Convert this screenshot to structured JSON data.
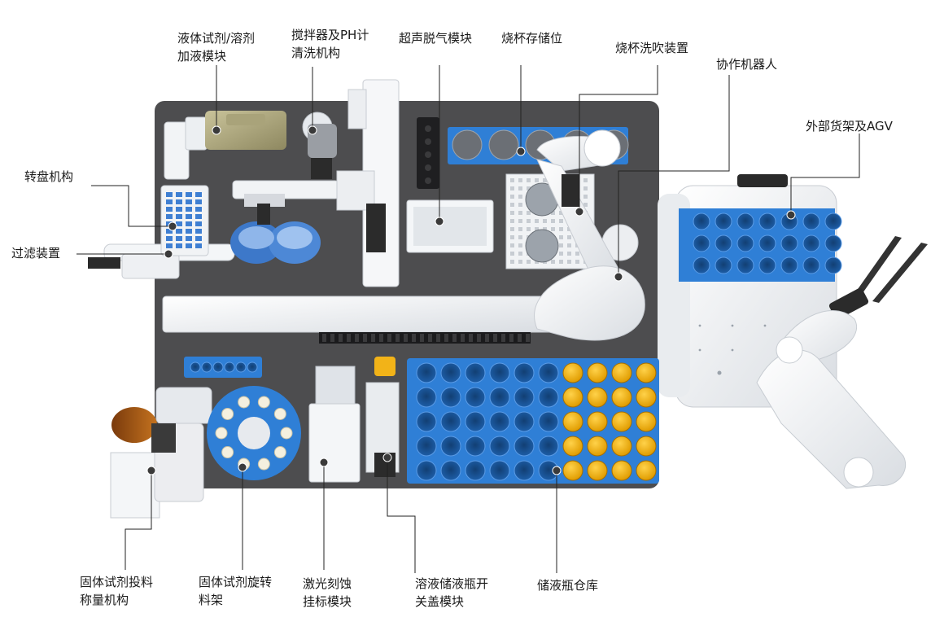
{
  "colors": {
    "platform": "#4d4d4f",
    "rack_blue": "#2f7fd6",
    "cap_yellow": "#f2b318",
    "machine_white": "#f2f4f6",
    "leader_line": "#222222",
    "dot": "#3a3a3a",
    "label_text": "#1a1a1a"
  },
  "labels": {
    "liquid_dosing": [
      "液体试剂/溶剂",
      "加液模块"
    ],
    "stirrer_ph": [
      "搅拌器及PH计",
      "清洗机构"
    ],
    "ultrasonic": [
      "超声脱气模块"
    ],
    "beaker_storage": [
      "烧杯存储位"
    ],
    "beaker_wash": [
      "烧杯洗吹装置"
    ],
    "cobot": [
      "协作机器人"
    ],
    "agv_shelf": [
      "外部货架及AGV"
    ],
    "turntable": [
      "转盘机构"
    ],
    "filter": [
      "过滤装置"
    ],
    "solid_weighing": [
      "固体试剂投料",
      "称量机构"
    ],
    "solid_rack": [
      "固体试剂旋转",
      "料架"
    ],
    "laser": [
      "激光刻蚀",
      "挂标模块"
    ],
    "cap_module": [
      "溶液储液瓶开",
      "关盖模块"
    ],
    "bottle_store": [
      "储液瓶仓库"
    ]
  }
}
